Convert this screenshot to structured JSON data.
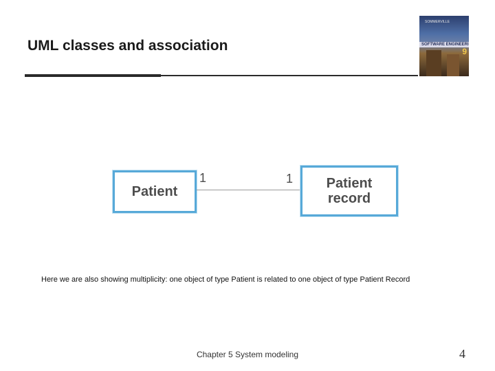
{
  "slide": {
    "title": "UML classes and association",
    "caption": "Here we are also showing multiplicity:  one object of type Patient is related to one object of type Patient Record",
    "footer": "Chapter 5 System modeling",
    "page_number": "4"
  },
  "book_cover": {
    "author": "SOMMERVILLE",
    "title": "SOFTWARE ENGINEERING",
    "edition": "9"
  },
  "diagram": {
    "classes": [
      {
        "id": "patient",
        "label": "Patient"
      },
      {
        "id": "patient-record",
        "label": "Patient\nrecord"
      }
    ],
    "association": {
      "from": "patient",
      "to": "patient-record",
      "multiplicity_from": "1",
      "multiplicity_to": "1"
    }
  },
  "colors": {
    "class_border": "#57a9d8",
    "association_line": "#9a9a9a"
  }
}
